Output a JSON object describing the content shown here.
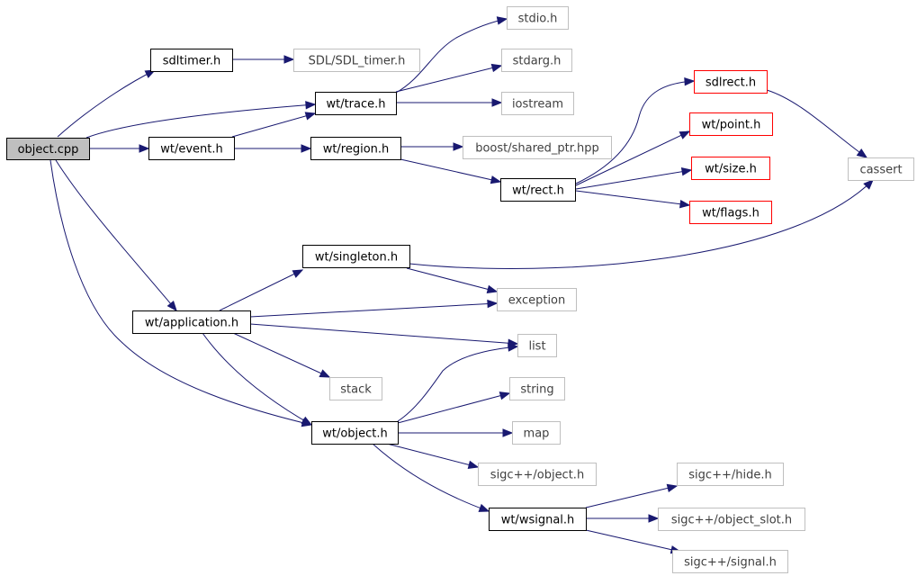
{
  "diagram": {
    "type": "include-dependency-graph",
    "colors": {
      "edge": "#191970",
      "root_fill": "#bfbfbf",
      "root_border": "#000000",
      "documented_border": "#000000",
      "external_border": "#bfbfbf",
      "undocumented_border": "#ff0000",
      "text": "#000000",
      "external_text": "#404040"
    },
    "nodes": {
      "object_cpp": {
        "label": "object.cpp",
        "kind": "root"
      },
      "sdltimer_h": {
        "label": "sdltimer.h",
        "kind": "documented"
      },
      "sdl_sdl_timer_h": {
        "label": "SDL/SDL_timer.h",
        "kind": "external"
      },
      "wt_trace_h": {
        "label": "wt/trace.h",
        "kind": "documented"
      },
      "stdio_h": {
        "label": "stdio.h",
        "kind": "external"
      },
      "stdarg_h": {
        "label": "stdarg.h",
        "kind": "external"
      },
      "iostream": {
        "label": "iostream",
        "kind": "external"
      },
      "wt_event_h": {
        "label": "wt/event.h",
        "kind": "documented"
      },
      "wt_region_h": {
        "label": "wt/region.h",
        "kind": "documented"
      },
      "boost_shared_ptr_hpp": {
        "label": "boost/shared_ptr.hpp",
        "kind": "external"
      },
      "wt_rect_h": {
        "label": "wt/rect.h",
        "kind": "documented"
      },
      "sdlrect_h": {
        "label": "sdlrect.h",
        "kind": "undocumented"
      },
      "wt_point_h": {
        "label": "wt/point.h",
        "kind": "undocumented"
      },
      "wt_size_h": {
        "label": "wt/size.h",
        "kind": "undocumented"
      },
      "wt_flags_h": {
        "label": "wt/flags.h",
        "kind": "undocumented"
      },
      "cassert": {
        "label": "cassert",
        "kind": "external"
      },
      "wt_singleton_h": {
        "label": "wt/singleton.h",
        "kind": "documented"
      },
      "exception": {
        "label": "exception",
        "kind": "external"
      },
      "wt_application_h": {
        "label": "wt/application.h",
        "kind": "documented"
      },
      "list": {
        "label": "list",
        "kind": "external"
      },
      "stack": {
        "label": "stack",
        "kind": "external"
      },
      "string": {
        "label": "string",
        "kind": "external"
      },
      "wt_object_h": {
        "label": "wt/object.h",
        "kind": "documented"
      },
      "map": {
        "label": "map",
        "kind": "external"
      },
      "sigcpp_object_h": {
        "label": "sigc++/object.h",
        "kind": "external"
      },
      "sigcpp_hide_h": {
        "label": "sigc++/hide.h",
        "kind": "external"
      },
      "wt_wsignal_h": {
        "label": "wt/wsignal.h",
        "kind": "documented"
      },
      "sigcpp_object_slot_h": {
        "label": "sigc++/object_slot.h",
        "kind": "external"
      },
      "sigcpp_signal_h": {
        "label": "sigc++/signal.h",
        "kind": "external"
      }
    },
    "edges": [
      {
        "from": "object_cpp",
        "to": "sdltimer_h"
      },
      {
        "from": "object_cpp",
        "to": "wt_trace_h"
      },
      {
        "from": "object_cpp",
        "to": "wt_event_h"
      },
      {
        "from": "object_cpp",
        "to": "wt_application_h"
      },
      {
        "from": "object_cpp",
        "to": "wt_object_h"
      },
      {
        "from": "sdltimer_h",
        "to": "sdl_sdl_timer_h"
      },
      {
        "from": "wt_trace_h",
        "to": "stdio_h"
      },
      {
        "from": "wt_trace_h",
        "to": "stdarg_h"
      },
      {
        "from": "wt_trace_h",
        "to": "iostream"
      },
      {
        "from": "wt_event_h",
        "to": "wt_trace_h"
      },
      {
        "from": "wt_event_h",
        "to": "wt_region_h"
      },
      {
        "from": "wt_region_h",
        "to": "boost_shared_ptr_hpp"
      },
      {
        "from": "wt_region_h",
        "to": "wt_rect_h"
      },
      {
        "from": "wt_rect_h",
        "to": "sdlrect_h"
      },
      {
        "from": "wt_rect_h",
        "to": "wt_point_h"
      },
      {
        "from": "wt_rect_h",
        "to": "wt_size_h"
      },
      {
        "from": "wt_rect_h",
        "to": "wt_flags_h"
      },
      {
        "from": "sdlrect_h",
        "to": "cassert"
      },
      {
        "from": "wt_singleton_h",
        "to": "cassert"
      },
      {
        "from": "wt_singleton_h",
        "to": "exception"
      },
      {
        "from": "wt_application_h",
        "to": "wt_singleton_h"
      },
      {
        "from": "wt_application_h",
        "to": "exception"
      },
      {
        "from": "wt_application_h",
        "to": "list"
      },
      {
        "from": "wt_application_h",
        "to": "stack"
      },
      {
        "from": "wt_application_h",
        "to": "wt_object_h"
      },
      {
        "from": "wt_object_h",
        "to": "list"
      },
      {
        "from": "wt_object_h",
        "to": "string"
      },
      {
        "from": "wt_object_h",
        "to": "map"
      },
      {
        "from": "wt_object_h",
        "to": "sigcpp_object_h"
      },
      {
        "from": "wt_object_h",
        "to": "wt_wsignal_h"
      },
      {
        "from": "wt_wsignal_h",
        "to": "sigcpp_hide_h"
      },
      {
        "from": "wt_wsignal_h",
        "to": "sigcpp_object_slot_h"
      },
      {
        "from": "wt_wsignal_h",
        "to": "sigcpp_signal_h"
      }
    ]
  }
}
